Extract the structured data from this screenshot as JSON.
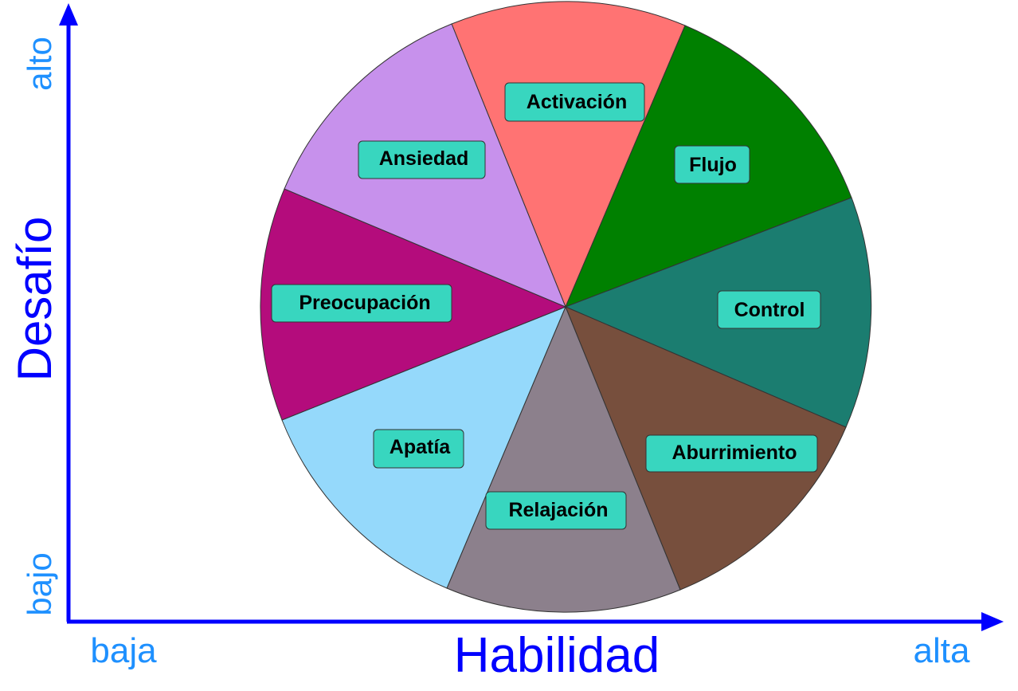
{
  "axes": {
    "x": {
      "title": "Habilidad",
      "low": "baja",
      "high": "alta"
    },
    "y": {
      "title": "Desafío",
      "low": "bajo",
      "high": "alto"
    },
    "axis_color": "#0000ff",
    "end_label_color": "#1e90ff"
  },
  "segments": [
    {
      "label": "Activación",
      "color": "#ff7373"
    },
    {
      "label": "Flujo",
      "color": "#008000"
    },
    {
      "label": "Control",
      "color": "#1b7d70"
    },
    {
      "label": "Aburrimiento",
      "color": "#774f3d"
    },
    {
      "label": "Relajación",
      "color": "#8c808c"
    },
    {
      "label": "Apatía",
      "color": "#95d9fb"
    },
    {
      "label": "Preocupación",
      "color": "#b40c7c"
    },
    {
      "label": "Ansiedad",
      "color": "#c791ec"
    }
  ],
  "label_box_color": "#38d6bf"
}
